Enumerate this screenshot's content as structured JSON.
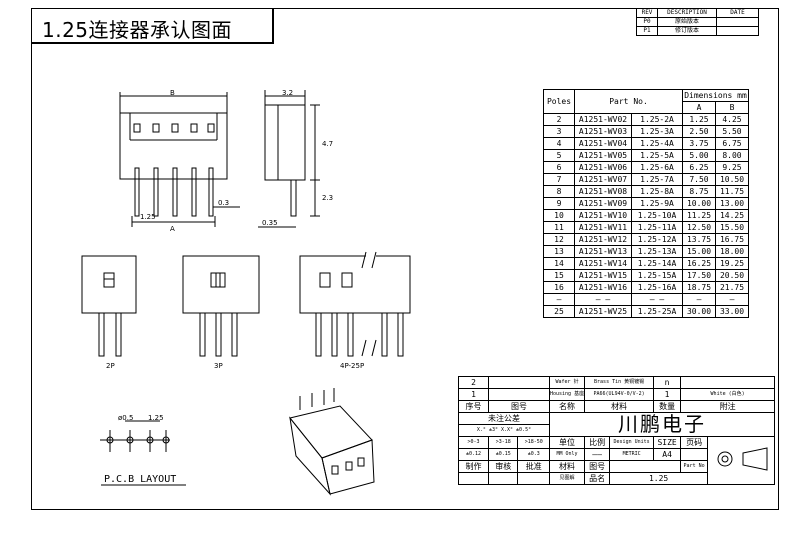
{
  "title": "1.25连接器承认图面",
  "rev_table": {
    "headers": [
      "REV",
      "DESCRIPTION",
      "DATE"
    ],
    "rows": [
      [
        "P0",
        "原始版本",
        ""
      ],
      [
        "P1",
        "修订版本",
        ""
      ]
    ]
  },
  "dims_table": {
    "col_poles": "Poles",
    "col_part": "Part No.",
    "col_dims": "Dimensions mm",
    "col_a": "A",
    "col_b": "B",
    "rows": [
      [
        "2",
        "A1251-WV02",
        "1.25-2A",
        "1.25",
        "4.25"
      ],
      [
        "3",
        "A1251-WV03",
        "1.25-3A",
        "2.50",
        "5.50"
      ],
      [
        "4",
        "A1251-WV04",
        "1.25-4A",
        "3.75",
        "6.75"
      ],
      [
        "5",
        "A1251-WV05",
        "1.25-5A",
        "5.00",
        "8.00"
      ],
      [
        "6",
        "A1251-WV06",
        "1.25-6A",
        "6.25",
        "9.25"
      ],
      [
        "7",
        "A1251-WV07",
        "1.25-7A",
        "7.50",
        "10.50"
      ],
      [
        "8",
        "A1251-WV08",
        "1.25-8A",
        "8.75",
        "11.75"
      ],
      [
        "9",
        "A1251-WV09",
        "1.25-9A",
        "10.00",
        "13.00"
      ],
      [
        "10",
        "A1251-WV10",
        "1.25-10A",
        "11.25",
        "14.25"
      ],
      [
        "11",
        "A1251-WV11",
        "1.25-11A",
        "12.50",
        "15.50"
      ],
      [
        "12",
        "A1251-WV12",
        "1.25-12A",
        "13.75",
        "16.75"
      ],
      [
        "13",
        "A1251-WV13",
        "1.25-13A",
        "15.00",
        "18.00"
      ],
      [
        "14",
        "A1251-WV14",
        "1.25-14A",
        "16.25",
        "19.25"
      ],
      [
        "15",
        "A1251-WV15",
        "1.25-15A",
        "17.50",
        "20.50"
      ],
      [
        "16",
        "A1251-WV16",
        "1.25-16A",
        "18.75",
        "21.75"
      ],
      [
        "—",
        "— —",
        "— —",
        "—",
        "—"
      ],
      [
        "25",
        "A1251-WV25",
        "1.25-25A",
        "30.00",
        "33.00"
      ]
    ]
  },
  "drawing": {
    "dim_b": "B",
    "dim_a": "A",
    "dim_125": "1.25",
    "dim_03": "0.3",
    "dim_32": "3.2",
    "dim_47": "4.7",
    "dim_23": "2.3",
    "dim_035": "0.35",
    "label_2p": "2P",
    "label_3p": "3P",
    "label_4p": "4P-25P",
    "pcb_d": "ø0.5",
    "pcb_p": "1.25",
    "pcb_title": "P.C.B LAYOUT"
  },
  "bom": {
    "r2": [
      "2",
      "Wafer 针",
      "Brass Tin 黄铜镀锡",
      "n",
      ""
    ],
    "r1": [
      "1",
      "Housing 基座",
      "PA66(UL94V-0/V-2)",
      "1",
      "White (白色)"
    ],
    "hdr": [
      "序号",
      "图号",
      "名称",
      "材料",
      "数量",
      "附注"
    ],
    "tol_title": "未注公差",
    "tol_1": "X.° ±3°  X.X° ±0.5°",
    "company": "川鹏电子",
    "tol_a": [
      "&gt;0-3",
      "&gt;3-18",
      "&gt;18-50"
    ],
    "tol_b": [
      "±0.12",
      "±0.15",
      "±0.3"
    ],
    "unit": "单位",
    "unit_v": "MM Only",
    "scale": "比例",
    "scale_v": "——",
    "design_units": "Design Units",
    "metric": "METRIC",
    "size": "SIZE",
    "size_v": "A4",
    "page": "页码",
    "sig": [
      "制作",
      "审核",
      "批准"
    ],
    "material": "材料",
    "drawing_no": "图号",
    "part_no": "Part No",
    "seen": "见图解",
    "name": "品名",
    "name_v": "1.25"
  },
  "colors": {
    "line": "#000000",
    "background": "#ffffff"
  }
}
